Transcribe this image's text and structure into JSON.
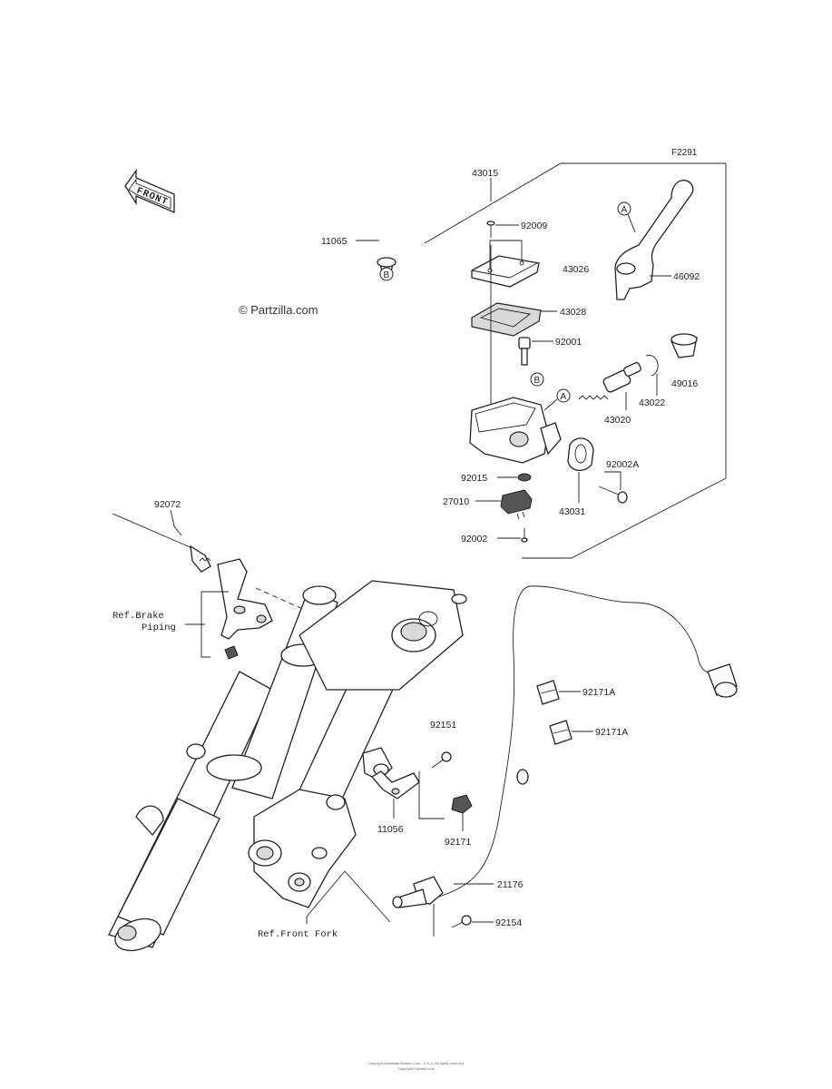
{
  "diagram_code": "F2291",
  "watermark": "© Partzilla.com",
  "front_arrow_label": "FRONT",
  "part_labels": {
    "p43015": "43015",
    "p11065": "11065",
    "p92009": "92009",
    "p43026": "43026",
    "p46092": "46092",
    "p43028": "43028",
    "p92001": "92001",
    "p49016": "49016",
    "p43022": "43022",
    "p43020": "43020",
    "p92002A": "92002A",
    "p92015": "92015",
    "p27010": "27010",
    "p43031": "43031",
    "p92002": "92002",
    "p92072": "92072",
    "p92171A_1": "92171A",
    "p92171A_2": "92171A",
    "p92151": "92151",
    "p11056": "11056",
    "p92171": "92171",
    "p21176": "21176",
    "p92154": "92154"
  },
  "callouts": {
    "a_lever": "A",
    "a_body": "A",
    "b_body": "B",
    "b_cap": "B"
  },
  "ref_labels": {
    "brake_piping_1": "Ref.Brake",
    "brake_piping_2": "Piping",
    "front_fork": "Ref.Front Fork"
  },
  "footer": {
    "line1": "Copyright Kawasaki Motors Corp., U.S.A. All rights reserved.",
    "line2": "Copyright Partzilla.com"
  }
}
